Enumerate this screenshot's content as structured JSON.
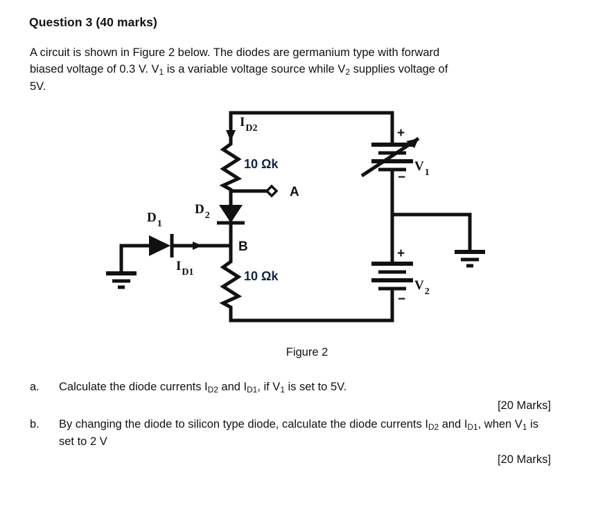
{
  "question": {
    "title": "Question 3 (40 marks)",
    "intro_line1": "A circuit is shown in Figure 2 below. The diodes are germanium type with forward",
    "intro_line2_a": "biased voltage of 0.3 V. V",
    "intro_line2_sub1": "1",
    "intro_line2_b": " is a variable voltage source while V",
    "intro_line2_sub2": "2",
    "intro_line2_c": " supplies voltage of",
    "intro_line3": "5V."
  },
  "figure": {
    "caption": "Figure 2",
    "node_a_label": "A",
    "node_b_label": "B",
    "diode1_label": "D",
    "diode1_sub": "1",
    "diode2_label": "D",
    "diode2_sub": "2",
    "current_d1_label": "I",
    "current_d1_sub": "D1",
    "current_d2_label": "I",
    "current_d2_sub": "D2",
    "resistor_top_value": "10 Ωk",
    "resistor_bottom_value": "10 Ωk",
    "source_v1_label": "V",
    "source_v1_sub": "1",
    "source_v2_label": "V",
    "source_v2_sub": "2",
    "plus_sign": "+",
    "minus_sign": "−",
    "wire_color": "#111111",
    "resistor_label_color": "#12224a"
  },
  "parts": [
    {
      "marker": "a.",
      "text_a": "Calculate the diode currents I",
      "sub_a": "D2",
      "text_b": " and I",
      "sub_b": "D1",
      "text_c": ", if V",
      "sub_c": "1",
      "text_d": " is set to 5V.",
      "marks": "[20 Marks]"
    },
    {
      "marker": "b.",
      "text_a": "By changing the diode to silicon type diode, calculate the diode currents I",
      "sub_a": "D2",
      "text_b": " and I",
      "sub_b": "D1",
      "text_c": ", when V",
      "sub_c": "1",
      "text_d": " is set to 2 V",
      "marks": "[20 Marks]"
    }
  ]
}
